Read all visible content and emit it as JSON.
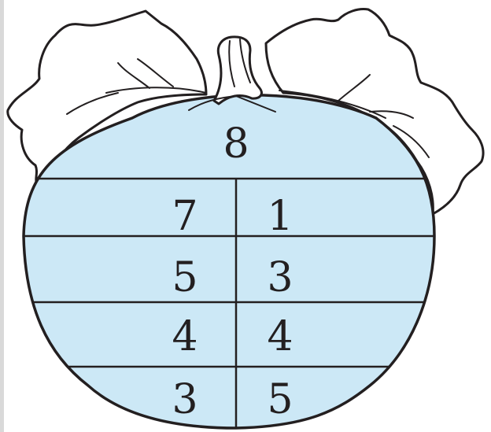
{
  "colors": {
    "fill": "#cce8f6",
    "stroke": "#231f20",
    "edge": "#d9d9d9"
  },
  "icons": [
    "pumpkin-outline",
    "leaf-left",
    "leaf-right",
    "stem"
  ],
  "top_number": "8",
  "rows": [
    {
      "left": "7",
      "right": "1"
    },
    {
      "left": "5",
      "right": "3"
    },
    {
      "left": "4",
      "right": "4"
    },
    {
      "left": "3",
      "right": "5"
    }
  ]
}
